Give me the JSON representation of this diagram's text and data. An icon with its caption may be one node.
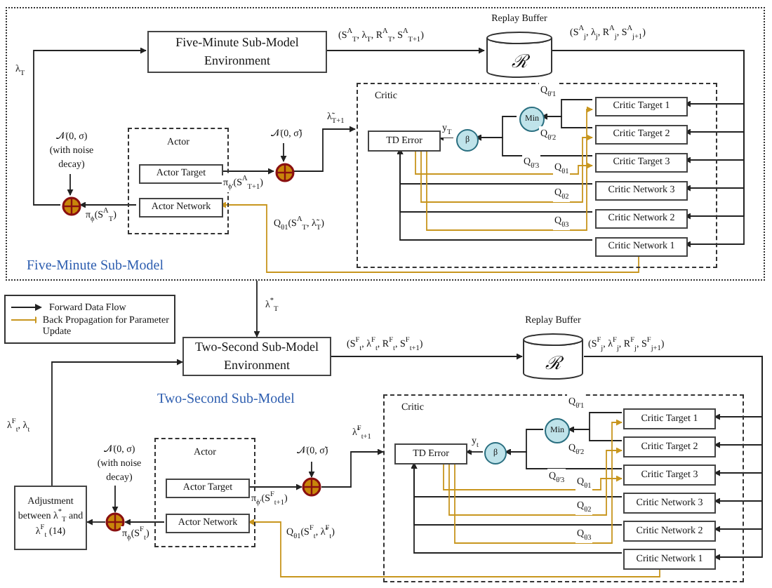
{
  "diagram": {
    "nodes": [
      {
        "text": [
          "Five-Minute Sub-Model"
        ]
      },
      {
        "text": [
          "Five-Minute Sub-Model Environment"
        ],
        "in": 0
      },
      {
        "text": [
          "Replay Buffer",
          "ℛ"
        ],
        "in": 0
      },
      {
        "text": [
          "𝒩(0, σ)",
          "(with noise decay)"
        ],
        "in": 0
      },
      {
        "text": [
          "Actor"
        ],
        "in": 0
      },
      {
        "text": [
          "Actor Target"
        ],
        "in": 4
      },
      {
        "text": [
          "Actor Network"
        ],
        "in": 4
      },
      {
        "text": [
          "𝒩(0, σ̃)"
        ],
        "in": 0
      },
      {
        "text": [],
        "shape": "circle",
        "in": 0
      },
      {
        "text": [],
        "shape": "circle",
        "in": 0
      },
      {
        "text": [
          "Critic"
        ],
        "in": 0
      },
      {
        "text": [
          "TD Error"
        ],
        "in": 10
      },
      {
        "text": [
          "β"
        ],
        "in": 10
      },
      {
        "text": [
          "Min"
        ],
        "in": 10
      },
      {
        "text": [
          "Critic Target 1"
        ],
        "in": 10
      },
      {
        "text": [
          "Critic Target 2"
        ],
        "in": 10
      },
      {
        "text": [
          "Critic Target 3"
        ],
        "in": 10
      },
      {
        "text": [
          "Critic Network 3"
        ],
        "in": 10
      },
      {
        "text": [
          "Critic Network 2"
        ],
        "in": 10
      },
      {
        "text": [
          "Critic Network 1"
        ],
        "in": 10
      },
      {
        "text": [
          "Two-Second Sub-Model Environment"
        ]
      },
      {
        "text": [
          "Replay Buffer",
          "ℛ"
        ]
      },
      {
        "text": [
          "𝒩(0, σ)",
          "(with noise decay)"
        ]
      },
      {
        "text": [
          "Actor"
        ]
      },
      {
        "text": [
          "Actor Target"
        ],
        "in": 23
      },
      {
        "text": [
          "Actor Network"
        ],
        "in": 23
      },
      {
        "text": [
          "𝒩(0, σ̃)"
        ]
      },
      {
        "text": [
          "Adjustment between λ$^{*}$$_{T}$ and λ$^{F}$$_{t}$ (14)"
        ]
      },
      {
        "text": [],
        "shape": "circle"
      },
      {
        "text": [],
        "shape": "circle"
      },
      {
        "text": [
          "Critic"
        ]
      },
      {
        "text": [
          "TD Error"
        ],
        "in": 30
      },
      {
        "text": [
          "β"
        ],
        "in": 30
      },
      {
        "text": [
          "Min"
        ],
        "in": 30
      },
      {
        "text": [
          "Critic Target 1"
        ],
        "in": 30
      },
      {
        "text": [
          "Critic Target 2"
        ],
        "in": 30
      },
      {
        "text": [
          "Critic Target 3"
        ],
        "in": 30
      },
      {
        "text": [
          "Critic Network 3"
        ],
        "in": 30
      },
      {
        "text": [
          "Critic Network 2"
        ],
        "in": 30
      },
      {
        "text": [
          "Critic Network 1"
        ],
        "in": 30
      }
    ],
    "edges": [
      {
        "from": 1,
        "to": 2,
        "arrow": "to",
        "label": "(S$^{A}$$_{T}$, λ$_{T}$, R$^{A}$$_{T}$, S$^{A}$$_{T+1}$)"
      },
      {
        "from": 2,
        "to": 14,
        "arrow": "to",
        "label": "(S$^{A}$$_{j}$, λ$_{j}$, R$^{A}$$_{j}$, S$^{A}$$_{j+1}$)"
      },
      {
        "from": 2,
        "to": 15,
        "arrow": "to"
      },
      {
        "from": 2,
        "to": 16,
        "arrow": "to"
      },
      {
        "from": 2,
        "to": 17,
        "arrow": "to"
      },
      {
        "from": 2,
        "to": 18,
        "arrow": "to"
      },
      {
        "from": 2,
        "to": 19,
        "arrow": "to"
      },
      {
        "from": 14,
        "to": 13,
        "arrow": "to",
        "label": "Q$_{θ'1}$"
      },
      {
        "from": 15,
        "to": 13,
        "arrow": "to",
        "label": "Q$_{θ'2}$"
      },
      {
        "from": 16,
        "to": 12,
        "arrow": "to",
        "label": "Q$_{θ'3}$"
      },
      {
        "from": 13,
        "to": 12,
        "arrow": "to"
      },
      {
        "from": 12,
        "to": 11,
        "arrow": "to",
        "label": "y$_{T}$"
      },
      {
        "from": 17,
        "to": 11,
        "arrow": "to"
      },
      {
        "from": 18,
        "to": 11,
        "arrow": "to"
      },
      {
        "from": 19,
        "to": 11,
        "arrow": "to"
      },
      {
        "from": 11,
        "to": 16,
        "arrow": "to",
        "label": "Q$_{θ1}$",
        "color": "#c8961e"
      },
      {
        "from": 11,
        "to": 15,
        "arrow": "to",
        "label": "Q$_{θ2}$",
        "color": "#c8961e"
      },
      {
        "from": 11,
        "to": 14,
        "arrow": "to",
        "label": "Q$_{θ3}$",
        "color": "#c8961e"
      },
      {
        "from": 19,
        "to": 6,
        "arrow": "to",
        "label": "Q$_{θ1}$(S$^{A}$$_{T}$, λ̃$_{T}$)",
        "color": "#c8961e"
      },
      {
        "from": 5,
        "to": 9,
        "arrow": "to",
        "label": "π$_{ϕ'}$(S$^{A}$$_{T+1}$)"
      },
      {
        "from": 7,
        "to": 9,
        "arrow": "to"
      },
      {
        "from": 9,
        "to": 10,
        "arrow": "to",
        "label": "λ̃$_{T+1}$"
      },
      {
        "from": 6,
        "to": 8,
        "arrow": "to",
        "label": "π$_{ϕ}$(S$^{A}$$_{T}$)"
      },
      {
        "from": 3,
        "to": 8,
        "arrow": "to"
      },
      {
        "from": 8,
        "to": 1,
        "arrow": "to",
        "label": "λ$_{T}$"
      },
      {
        "from": 0,
        "to": 20,
        "arrow": "to",
        "label": "λ$^{*}$$_{T}$"
      },
      {
        "from": 20,
        "to": 21,
        "arrow": "to",
        "label": "(S$^{F}$$_{t}$, λ$^{F}$$_{t}$, R$^{F}$$_{t}$, S$^{F}$$_{t+1}$)"
      },
      {
        "from": 21,
        "to": 34,
        "arrow": "to",
        "label": "(S$^{F}$$_{j}$, λ$^{F}$$_{j}$, R$^{F}$$_{j}$, S$^{F}$$_{j+1}$)"
      },
      {
        "from": 21,
        "to": 35,
        "arrow": "to"
      },
      {
        "from": 21,
        "to": 36,
        "arrow": "to"
      },
      {
        "from": 21,
        "to": 37,
        "arrow": "to"
      },
      {
        "from": 21,
        "to": 38,
        "arrow": "to"
      },
      {
        "from": 21,
        "to": 39,
        "arrow": "to"
      },
      {
        "from": 34,
        "to": 33,
        "arrow": "to",
        "label": "Q$_{θ'1}$"
      },
      {
        "from": 35,
        "to": 33,
        "arrow": "to",
        "label": "Q$_{θ'2}$"
      },
      {
        "from": 36,
        "to": 32,
        "arrow": "to",
        "label": "Q$_{θ'3}$"
      },
      {
        "from": 33,
        "to": 32,
        "arrow": "to"
      },
      {
        "from": 32,
        "to": 31,
        "arrow": "to",
        "label": "y$_{t}$"
      },
      {
        "from": 37,
        "to": 31,
        "arrow": "to"
      },
      {
        "from": 38,
        "to": 31,
        "arrow": "to"
      },
      {
        "from": 39,
        "to": 31,
        "arrow": "to"
      },
      {
        "from": 31,
        "to": 36,
        "arrow": "to",
        "label": "Q$_{θ1}$",
        "color": "#c8961e"
      },
      {
        "from": 31,
        "to": 35,
        "arrow": "to",
        "label": "Q$_{θ2}$",
        "color": "#c8961e"
      },
      {
        "from": 31,
        "to": 34,
        "arrow": "to",
        "label": "Q$_{θ3}$",
        "color": "#c8961e"
      },
      {
        "from": 39,
        "to": 25,
        "arrow": "to",
        "label": "Q$_{θ1}$(S$^{F}$$_{t}$, λ̃$^{F}$$_{t}$)",
        "color": "#c8961e"
      },
      {
        "from": 24,
        "to": 29,
        "arrow": "to",
        "label": "π$_{ϕ'}$(S$^{F}$$_{t+1}$)"
      },
      {
        "from": 26,
        "to": 29,
        "arrow": "to"
      },
      {
        "from": 29,
        "to": 30,
        "arrow": "to",
        "label": "λ̃$^{F}$$_{t+1}$"
      },
      {
        "from": 25,
        "to": 28,
        "arrow": "to",
        "label": "π$_{ϕ}$(S$^{F}$$_{t}$)"
      },
      {
        "from": 22,
        "to": 28,
        "arrow": "to"
      },
      {
        "from": 28,
        "to": 27,
        "arrow": "to"
      },
      {
        "from": 27,
        "to": 20,
        "arrow": "to",
        "label": "λ$^{F}$$_{t}$, λ$_{t}$"
      }
    ],
    "labels": [
      "Two-Second Sub-Model"
    ],
    "legend": [
      {
        "text": "Forward Data Flow"
      },
      {
        "text": "Back Propagation for Parameter Update"
      }
    ]
  }
}
